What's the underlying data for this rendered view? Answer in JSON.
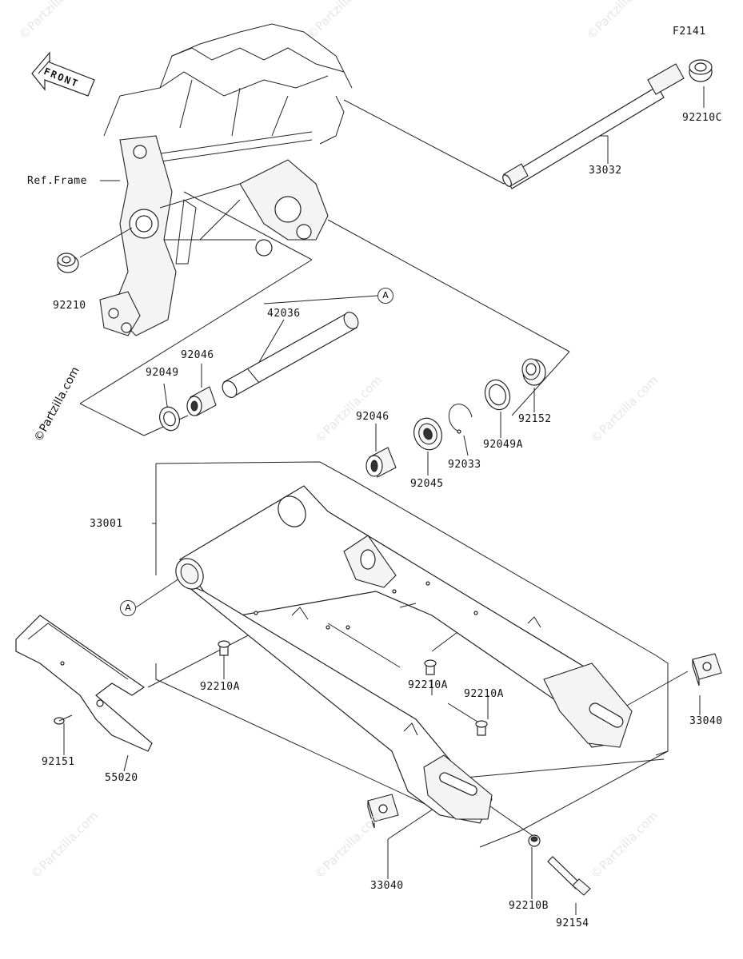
{
  "diagram": {
    "code": "F2141",
    "front_label": "FRONT",
    "ref_frame_label": "Ref.Frame",
    "callout_a": "A",
    "parts": {
      "p92210C": "92210C",
      "p33032": "33032",
      "p92210": "92210",
      "p42036": "42036",
      "p92046_top": "92046",
      "p92049": "92049",
      "p92046_mid": "92046",
      "p92045": "92045",
      "p92033": "92033",
      "p92049A": "92049A",
      "p92152": "92152",
      "p33001": "33001",
      "p92210A_1": "92210A",
      "p92210A_2": "92210A",
      "p92210A_3": "92210A",
      "p33040_right": "33040",
      "p92151": "92151",
      "p55020": "55020",
      "p33040_bottom": "33040",
      "p92210B": "92210B",
      "p92154": "92154"
    },
    "watermark": "©Partzilla.com"
  }
}
